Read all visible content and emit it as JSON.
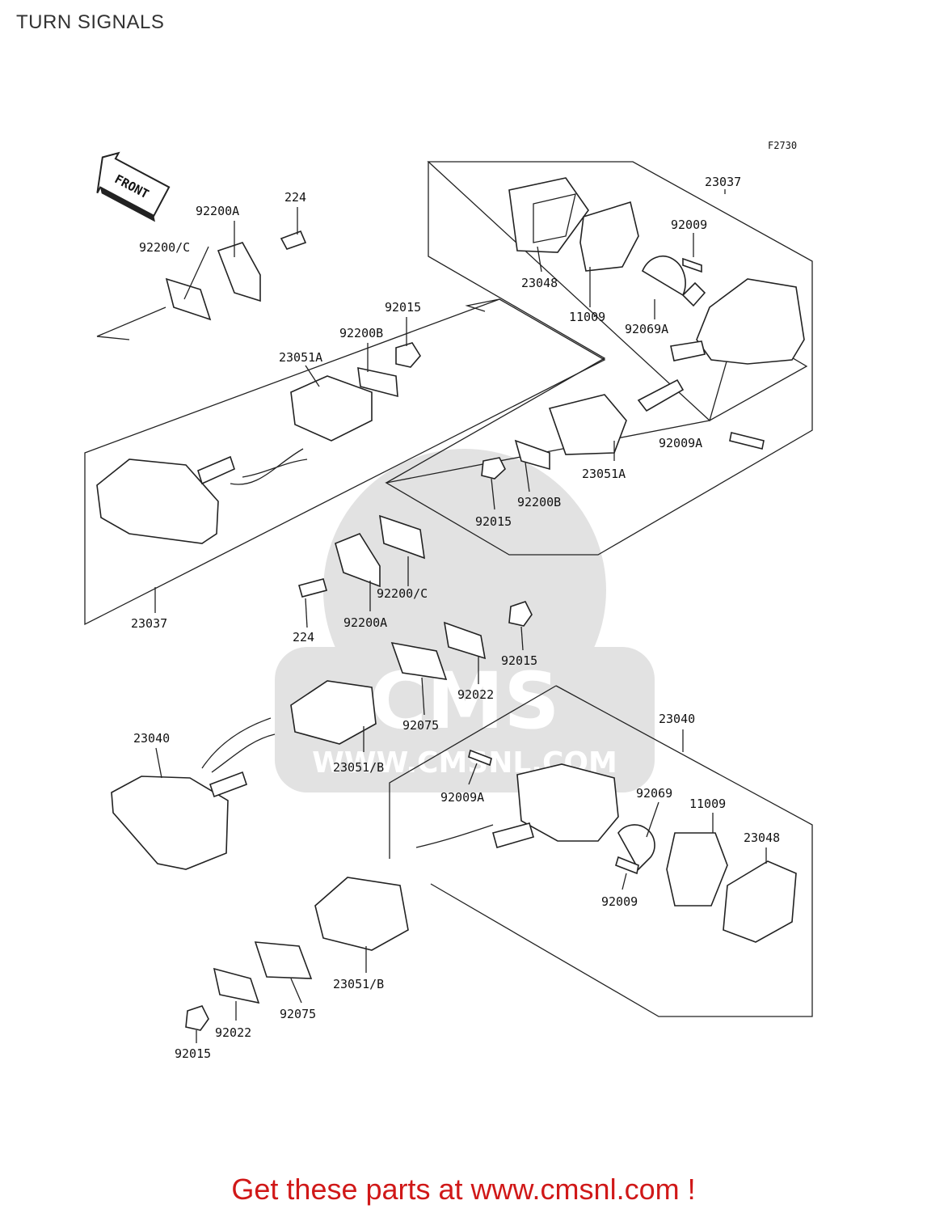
{
  "header": {
    "title": "TURN SIGNALS"
  },
  "diagram": {
    "figure_code": "F2730",
    "front_arrow": "FRONT",
    "watermark": {
      "brand": "CMS",
      "url": "WWW.CMSNL.COM"
    },
    "labels": {
      "asm_rear_right": "23037",
      "asm_rear_left": "23037",
      "asm_front_left": "23040",
      "asm_front_right": "23040",
      "lens_rr": "23048",
      "gasket_rr": "11009",
      "screw_rr": "92009",
      "bulb_rr": "92069A",
      "screw_rr2": "92009A",
      "holder_rr": "23051A",
      "plate_b_rr": "92200B",
      "nut_rr": "92015",
      "bracket_top": "92200A",
      "bolt_top": "224",
      "plate_c_top": "92200/C",
      "nut_top": "92015",
      "plate_b_top": "92200B",
      "holder_rl": "23051A",
      "plate_c_mid": "92200/C",
      "bracket_mid": "92200A",
      "bolt_mid": "224",
      "nut_mid": "92015",
      "washer_mid": "92022",
      "grommet_mid": "92075",
      "holder_fl": "23051/B",
      "screw_fr": "92009A",
      "bulb_fr": "92069",
      "gasket_fr": "11009",
      "lens_fr": "23048",
      "screw_fr2": "92009",
      "holder_fr": "23051/B",
      "grommet_bot": "92075",
      "washer_bot": "92022",
      "nut_bot": "92015"
    }
  },
  "footer": {
    "link_text": "Get these parts at www.cmsnl.com !"
  },
  "colors": {
    "footer_text": "#d01818",
    "line": "#222222",
    "watermark": "#e2e2e2"
  }
}
